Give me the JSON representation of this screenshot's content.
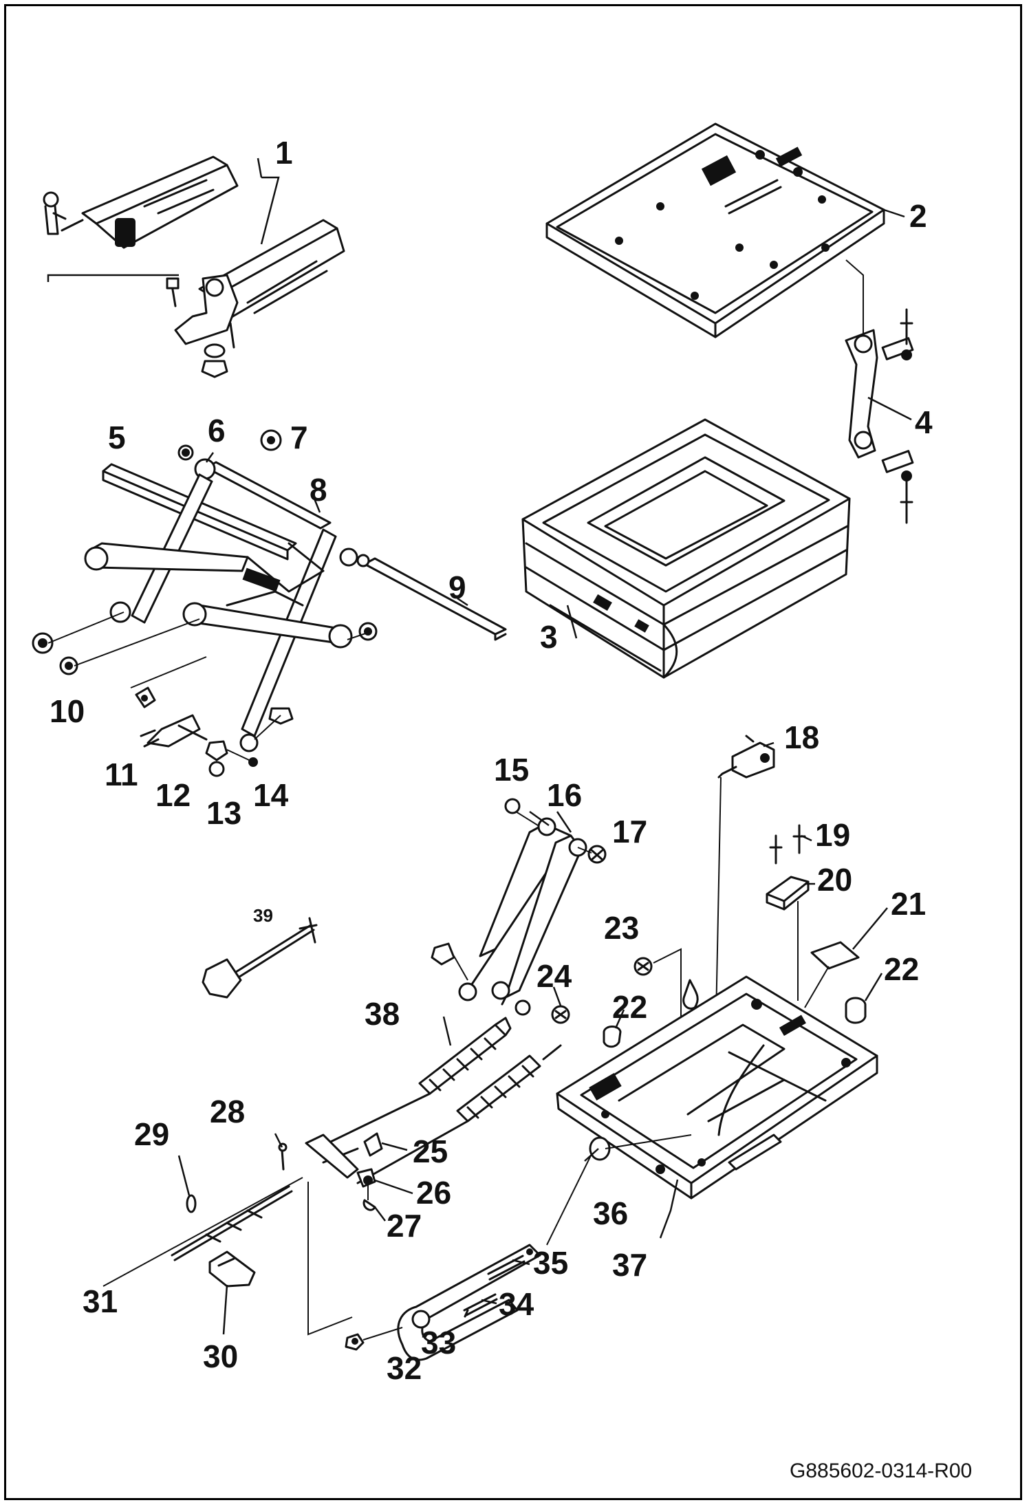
{
  "callouts": {
    "c1": "1",
    "c2": "2",
    "c3": "3",
    "c4": "4",
    "c5": "5",
    "c6": "6",
    "c7": "7",
    "c8": "8",
    "c9": "9",
    "c10": "10",
    "c11": "11",
    "c12": "12",
    "c13": "13",
    "c14": "14",
    "c15": "15",
    "c16": "16",
    "c17": "17",
    "c18": "18",
    "c19": "19",
    "c20": "20",
    "c21": "21",
    "c22a": "22",
    "c22b": "22",
    "c23": "23",
    "c24": "24",
    "c25": "25",
    "c26": "26",
    "c27": "27",
    "c28": "28",
    "c29": "29",
    "c30": "30",
    "c31": "31",
    "c32": "32",
    "c33": "33",
    "c34": "34",
    "c35": "35",
    "c36": "36",
    "c37": "37",
    "c38": "38",
    "c39": "39"
  },
  "drawing_id": "G885602-0314-R00"
}
